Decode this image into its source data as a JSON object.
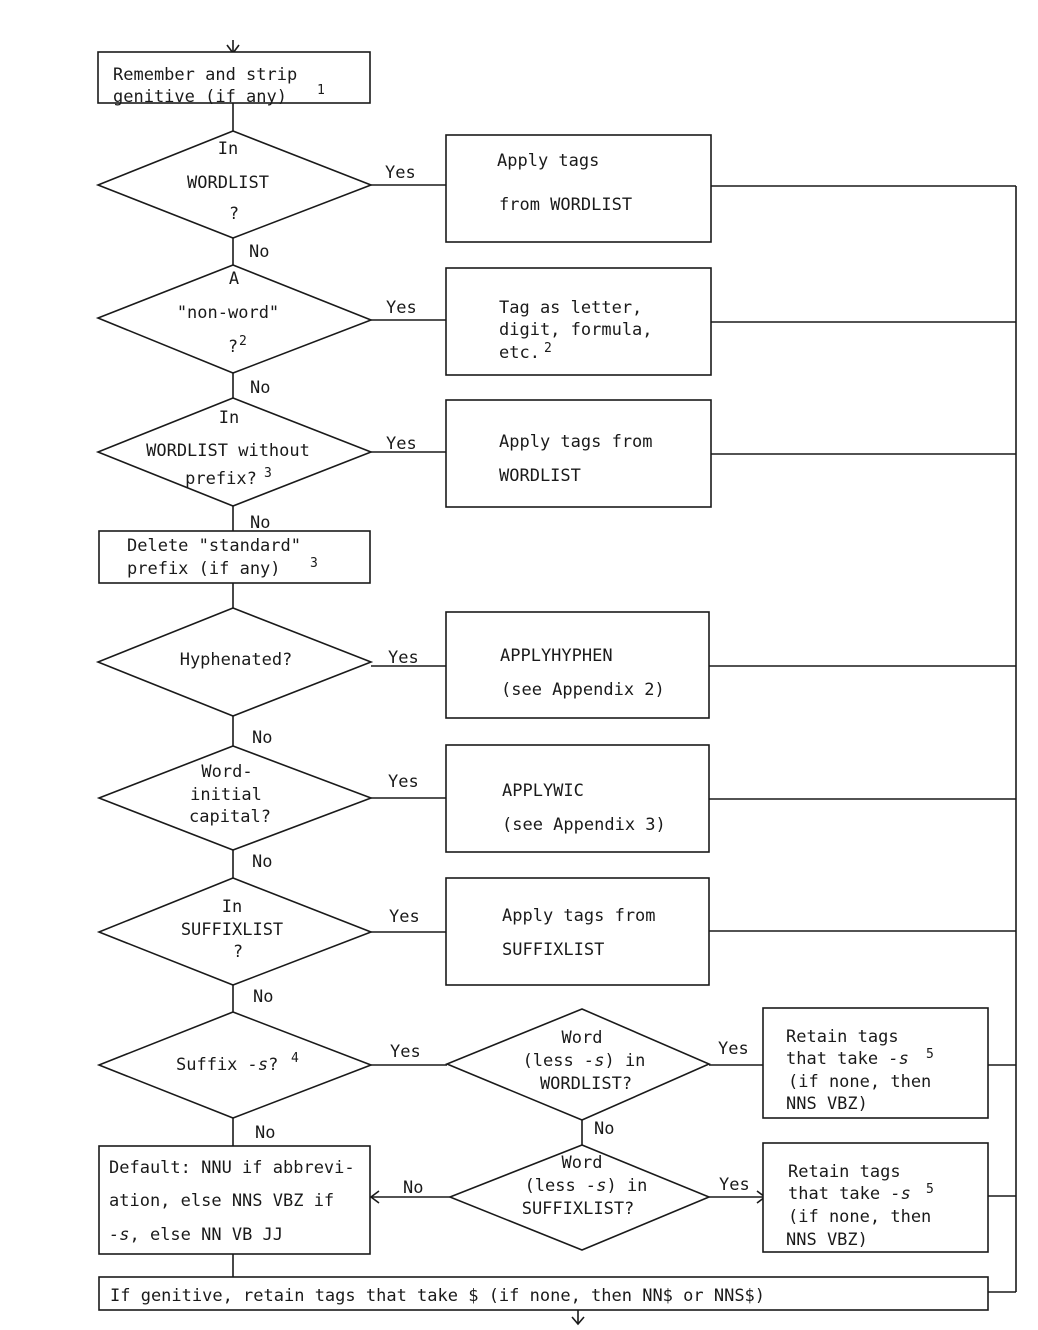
{
  "flowchart": {
    "start_box": {
      "line1": "Remember and strip",
      "line2": "genitive (if any)",
      "note": "1"
    },
    "d_wordlist": {
      "line1": "In",
      "line2": "WORDLIST",
      "line3": "?"
    },
    "a_wordlist": {
      "line1": "Apply tags",
      "line2": "from WORDLIST"
    },
    "d_nonword": {
      "line1": "A",
      "line2": "\"non-word\"",
      "line3": "?",
      "note": "2"
    },
    "a_nonword": {
      "line1": "Tag as letter,",
      "line2": "digit, formula,",
      "line3": "etc.",
      "note": "2"
    },
    "d_prefix": {
      "line1": "In",
      "line2": "WORDLIST without",
      "line3": "prefix?",
      "note": "3"
    },
    "a_prefix": {
      "line1": "Apply tags from",
      "line2": "WORDLIST"
    },
    "delete_box": {
      "line1": "Delete \"standard\"",
      "line2": "prefix (if any)",
      "note": "3"
    },
    "d_hyphen": {
      "line1": "Hyphenated?"
    },
    "a_hyphen": {
      "line1": "APPLYHYPHEN",
      "line2": "(see Appendix 2)"
    },
    "d_capital": {
      "line1": "Word-",
      "line2": "initial",
      "line3": "capital?"
    },
    "a_capital": {
      "line1": "APPLYWIC",
      "line2": "(see Appendix 3)"
    },
    "d_suffixlist": {
      "line1": "In",
      "line2": "SUFFIXLIST",
      "line3": "?"
    },
    "a_suffixlist": {
      "line1": "Apply tags from",
      "line2": "SUFFIXLIST"
    },
    "d_suffix_s": {
      "line1": "Suffix ",
      "italic": "-s",
      "line2": "?",
      "note": "4"
    },
    "d_less_s_wordlist": {
      "line1": "Word",
      "line2_a": "(less ",
      "line2_b": "-s",
      "line2_c": ") in",
      "line3": "WORDLIST?"
    },
    "a_retain1": {
      "line1": "Retain tags",
      "line2_a": "that take ",
      "line2_b": "-s",
      "note": "5",
      "line3": "(if none, then",
      "line4": "NNS VBZ)"
    },
    "d_less_s_suffix": {
      "line1": "Word",
      "line2_a": "(less ",
      "line2_b": "-s",
      "line2_c": ") in",
      "line3": "SUFFIXLIST?"
    },
    "a_retain2": {
      "line1": "Retain tags",
      "line2_a": "that take ",
      "line2_b": "-s",
      "note": "5",
      "line3": "(if none, then",
      "line4": "NNS VBZ)"
    },
    "default_box": {
      "line1": "Default: NNU if abbrevi-",
      "line2": "ation, else NNS VBZ if",
      "line3_b": "-s",
      "line3_c": ", else NN VB JJ"
    },
    "final_box": {
      "line1": "If genitive, retain tags that take $ (if none, then NN$ or NNS$)"
    },
    "labels": {
      "yes": "Yes",
      "no": "No"
    }
  }
}
